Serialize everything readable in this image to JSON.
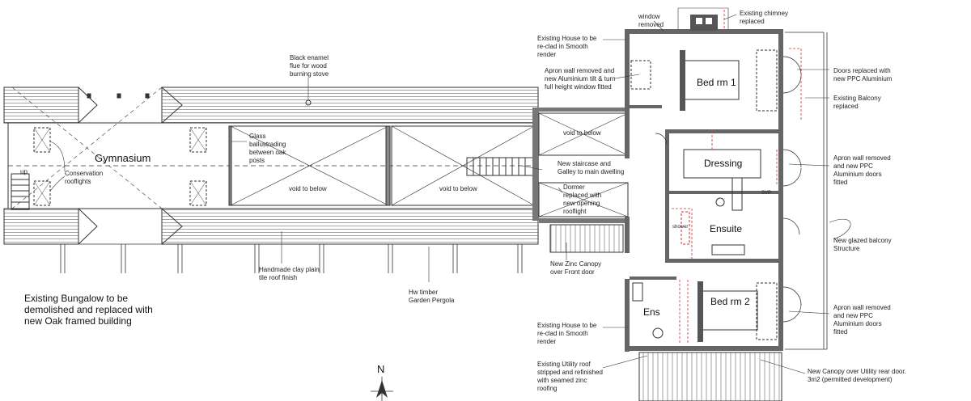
{
  "rooms": {
    "gymnasium": "Gymnasium",
    "bed1": "Bed rm 1",
    "dressing": "Dressing",
    "ensuite": "Ensuite",
    "bed2": "Bed rm 2",
    "ens": "Ens",
    "void1": "void to below",
    "void2": "void to below",
    "void3": "void to below",
    "up": "up",
    "shower": "shower",
    "svp": "SVP"
  },
  "north": "N",
  "notes": {
    "bungalow": "Existing Bungalow to be\ndemolished and replaced with\nnew Oak framed building",
    "flue": "Black enamel\nflue for wood\nburning stove",
    "glass": "Glass\nballustrading\nbetween oak\nposts",
    "rooflights": "Conservation\nrooflights",
    "clay": "Handmade clay plain\ntile roof finish",
    "pergola": "Hw timber\nGarden Pergola",
    "zinc_canopy": "New Zinc Canopy\nover Front door",
    "window_removed": "window\nremoved",
    "chimney": "Existing chimney\nreplaced",
    "reclad_top": "Existing House to be\nre-clad in Smooth\nrender",
    "apron_top": "Apron wall removed and\nnew Aluminium tilt & turn\nfull height  window fitted",
    "staircase": "New staircase and\nGalley to main dwelling",
    "dormer": "Dormer\nreplaced with\nnew opening\nrooflight",
    "doors_replaced": "Doors replaced with\nnew PPC Aluminium",
    "balcony_replaced": "Existing Balcony\nreplaced",
    "apron_mid": "Apron wall removed\nand new PPC\nAluminium doors\nfitted",
    "glazed_balcony": "New glazed balcony\nStructure",
    "apron_low": "Apron wall removed\nand new PPC\nAluminium doors\nfitted",
    "reclad_bottom": "Existing House to be\nre-clad in Smooth\nrender",
    "utility_roof": "Existing Utility roof\nstripped and refinished\nwith seamed zinc\nroofing",
    "canopy_utility": "New Canopy over Utility rear door.\n3m2 (permitted development)"
  },
  "colors": {
    "line": "#333333",
    "wall": "#555555",
    "red": "#d03030"
  }
}
